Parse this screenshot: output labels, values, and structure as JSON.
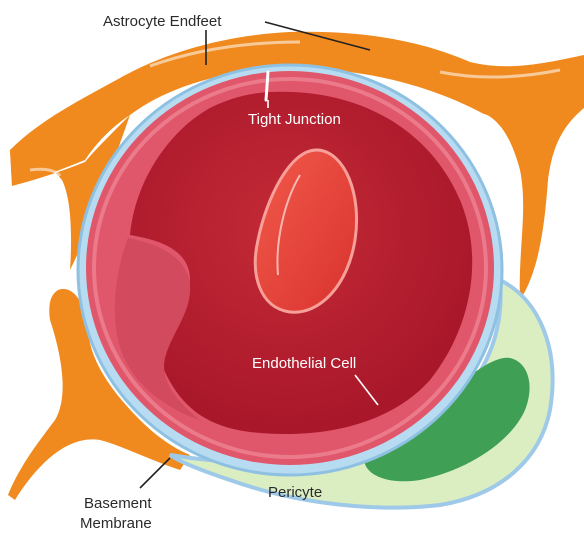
{
  "labels": {
    "astrocyte": "Astrocyte Endfeet",
    "tight_junction": "Tight Junction",
    "endothelial": "Endothelial Cell",
    "pericyte": "Pericyte",
    "basement_line1": "Basement",
    "basement_line2": "Membrane"
  },
  "colors": {
    "astrocyte": "#f08a1e",
    "basement_membrane": "#9ec9e8",
    "endothelium": "#d8485c",
    "lumen": "#b8202e",
    "red_blood_cell": "#e8453e",
    "pericyte_body": "#dbeec2",
    "pericyte_nucleus": "#3f9f55"
  }
}
